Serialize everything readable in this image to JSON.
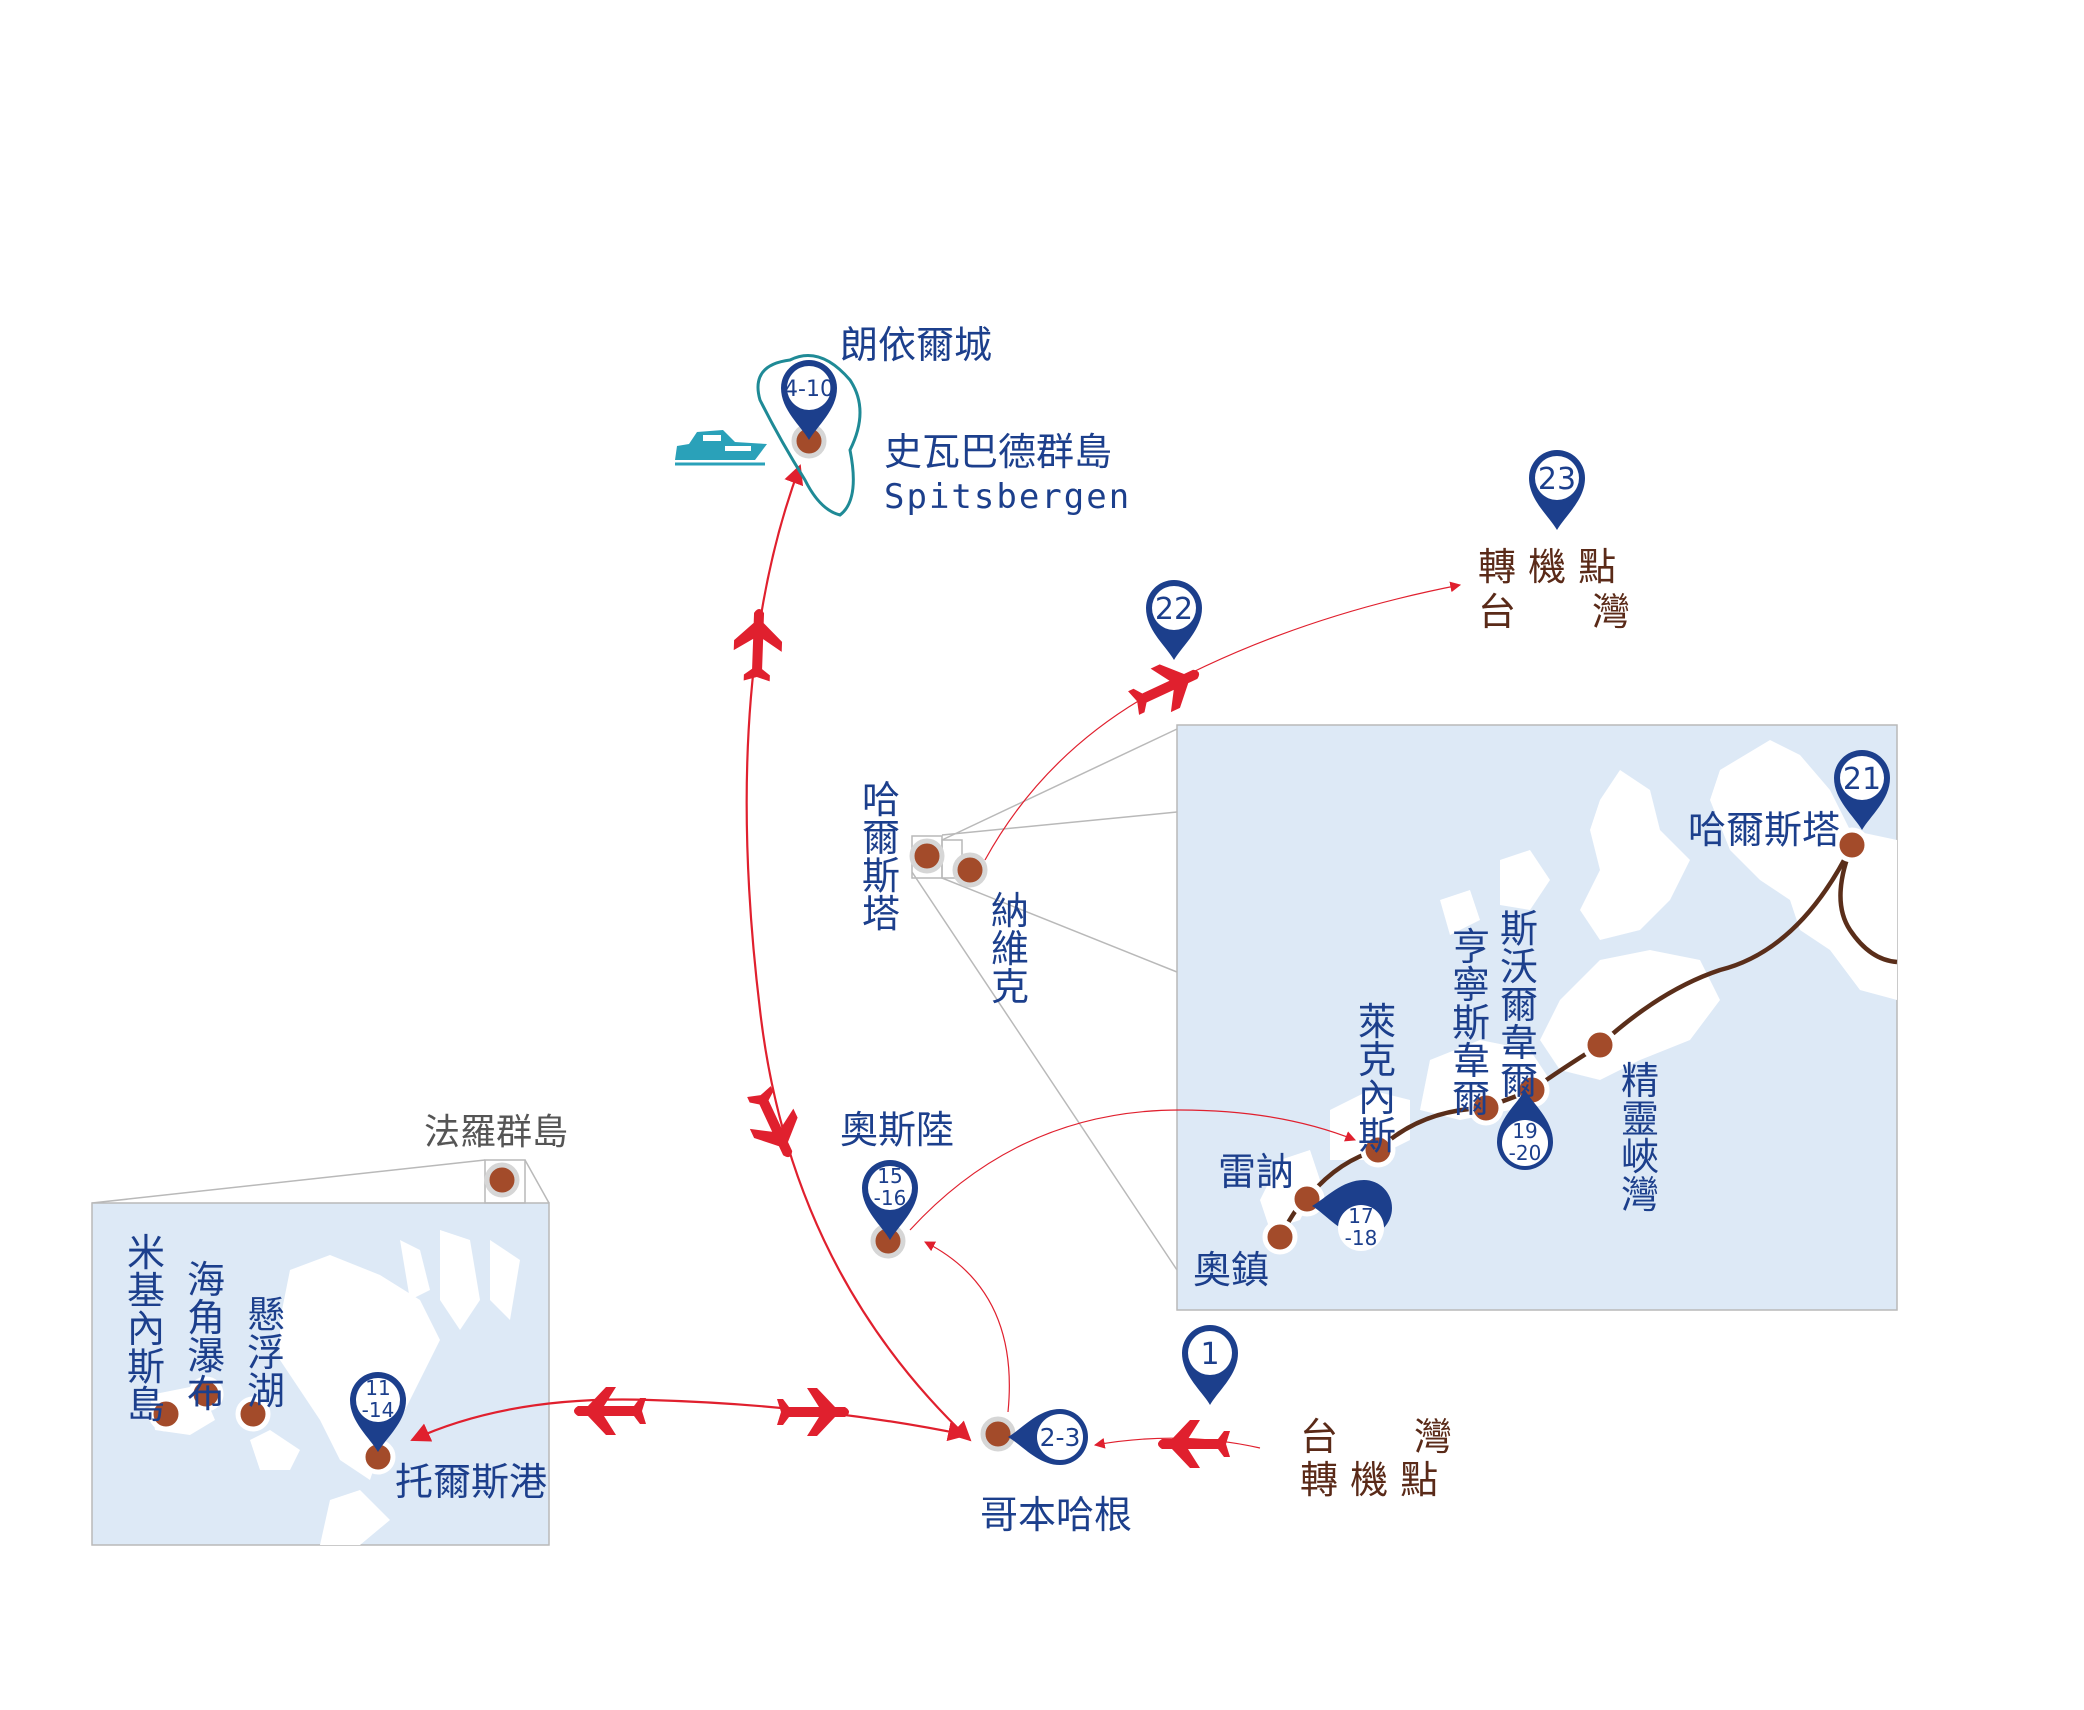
{
  "map": {
    "svalbard": {
      "title": "朗依爾城",
      "name": "史瓦巴德群島",
      "latin": "Spitsbergen",
      "pin": "4-10"
    },
    "copenhagen": {
      "name": "哥本哈根",
      "pin": "2-3"
    },
    "oslo": {
      "name": "奧斯陸",
      "pin_line1": "15",
      "pin_line2": "-16"
    },
    "faroe": {
      "name": "法羅群島",
      "torshavn": "托爾斯港",
      "pin_line1": "11",
      "pin_line2": "-14",
      "mykines": "米基內斯島",
      "waterfall": "海角瀑布",
      "lake": "懸浮湖"
    },
    "harstad_mini": {
      "harstad": "哈爾斯塔",
      "narvik": "納維克"
    },
    "lofoten": {
      "harstad": "哈爾斯塔",
      "pin_harstad": "21",
      "reine": "雷訥",
      "aa": "奧鎮",
      "leknes": "萊克內斯",
      "henningsvaer": "亨寧斯韋爾",
      "svolvaer": "斯沃爾韋爾",
      "trollfjord": "精靈峽灣",
      "pin_reine_1": "17",
      "pin_reine_2": "-18",
      "pin_svol_1": "19",
      "pin_svol_2": "-20"
    },
    "taiwan_start": {
      "line1": "台　　灣",
      "line2": "轉 機 點",
      "pin": "1"
    },
    "taiwan_end": {
      "line1": "轉 機 點",
      "line2": "台　　灣",
      "pin": "23"
    },
    "pin_22": "22"
  },
  "colors": {
    "route": "#e0202e",
    "pin": "#1c3f8c",
    "dot": "#a34b2a",
    "panel": "#dde9f6",
    "rail": "#5a2e1a",
    "boat": "#2aa1b9"
  },
  "icons": [
    "plane-icon",
    "boat-icon",
    "map-pin-icon"
  ]
}
